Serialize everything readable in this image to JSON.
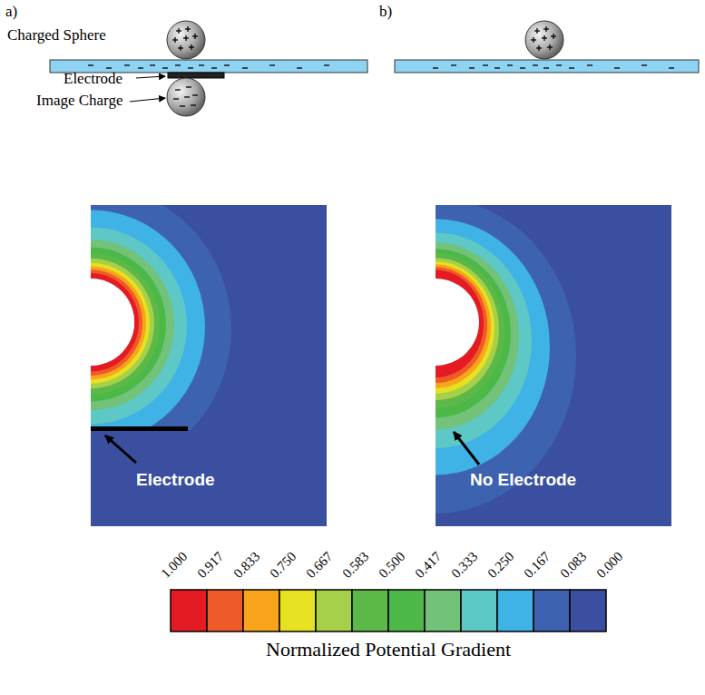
{
  "diagram": {
    "labels": [
      "a)",
      "b)",
      "Charged Sphere",
      "Electrode",
      "Image Charge",
      "Electrode",
      "No Electrode",
      "1.000",
      "0.917",
      "0.833",
      "0.750",
      "0.667",
      "0.583",
      "0.500",
      "0.417",
      "0.333",
      "0.250",
      "0.167",
      "0.083",
      "0.000",
      "Normalized Potential Gradient"
    ]
  }
}
